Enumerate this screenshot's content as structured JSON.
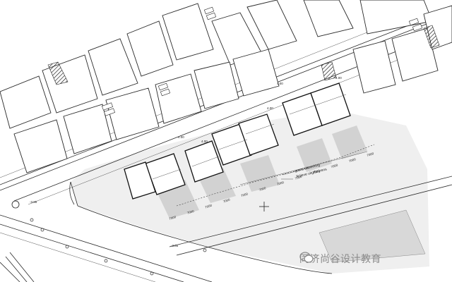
{
  "plan": {
    "annotation_primary": "grens uitwerking",
    "annotation_secondary": "fictieve uitgiftegrens",
    "dimensions": [
      "4.00",
      "4.00",
      "4.00",
      "4.00",
      "4.00"
    ],
    "spot_level_left": "-3.85",
    "spot_level_bottom": "-3.85",
    "plot_labels": [
      "7000",
      "7000",
      "7000",
      "7000",
      "7000",
      "7000",
      "7000",
      "7000",
      "7000",
      "7000",
      "7000",
      "7000"
    ]
  },
  "watermark": {
    "text": "同济尚谷设计教育",
    "icon": "wechat-icon",
    "color": "#8a8a8a"
  },
  "colors": {
    "plaza_fill": "#efefef",
    "shadow_fill": "#d2d2d2",
    "line": "#2a2a2a"
  }
}
